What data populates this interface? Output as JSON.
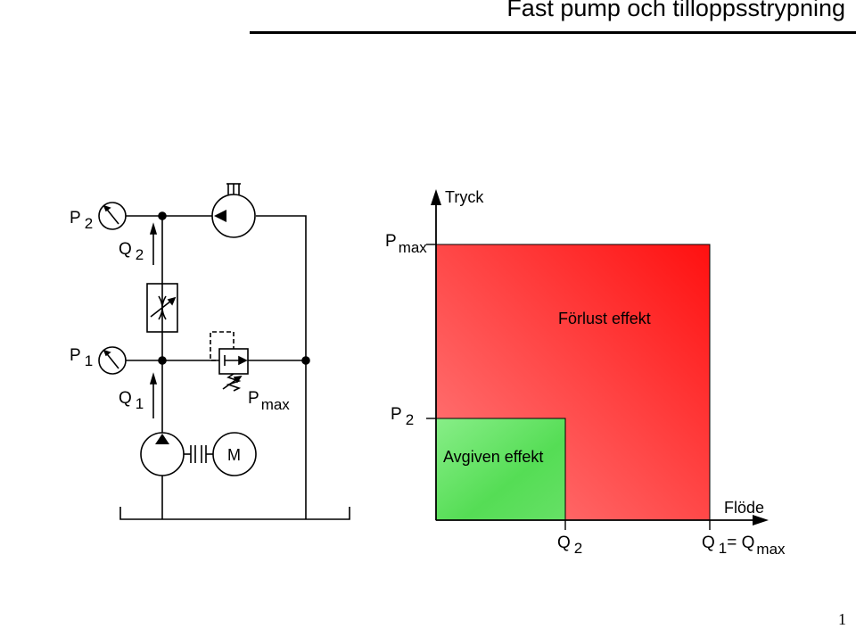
{
  "title": "Fast pump och tilloppsstrypning",
  "page_number": "1",
  "circuit": {
    "p2": {
      "main": "P",
      "sub": "2"
    },
    "q2": {
      "main": "Q",
      "sub": "2"
    },
    "p1": {
      "main": "P",
      "sub": "1"
    },
    "q1": {
      "main": "Q",
      "sub": "1"
    },
    "pmax": {
      "main": "P",
      "sub": "max"
    },
    "motor": "M"
  },
  "graph": {
    "y_axis_label": "Tryck",
    "x_axis_label": "Flöde",
    "pmax": {
      "main": "P",
      "sub": "max"
    },
    "p2": {
      "main": "P",
      "sub": "2"
    },
    "q2": {
      "main": "Q",
      "sub": "2"
    },
    "q1": {
      "main": "Q",
      "sub": "1"
    },
    "q1_equals": "= Q",
    "qmax_sub": "max",
    "loss_label": "Förlust effekt",
    "output_label": "Avgiven effekt"
  },
  "colors": {
    "loss": "#ff2020",
    "output": "#44dd44"
  }
}
